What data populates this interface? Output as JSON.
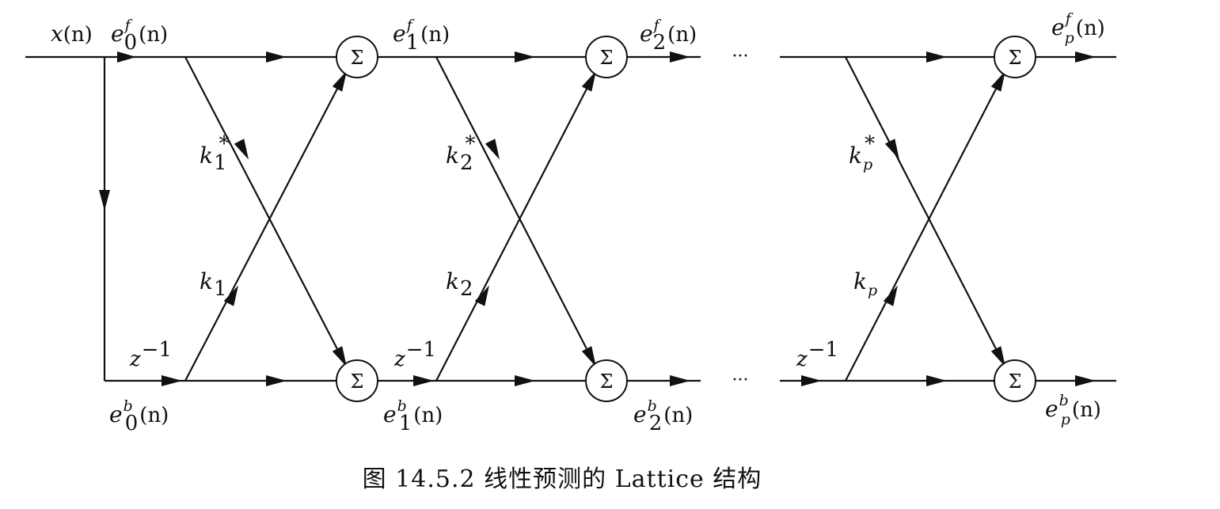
{
  "signals": {
    "input": {
      "base": "x",
      "arg": "(n)"
    },
    "forward": [
      {
        "base": "e",
        "sup": "f",
        "sub": "0",
        "arg": "(n)"
      },
      {
        "base": "e",
        "sup": "f",
        "sub": "1",
        "arg": "(n)"
      },
      {
        "base": "e",
        "sup": "f",
        "sub": "2",
        "arg": "(n)"
      },
      {
        "base": "e",
        "sup": "f",
        "sub": "p",
        "arg": "(n)"
      }
    ],
    "backward": [
      {
        "base": "e",
        "sup": "b",
        "sub": "0",
        "arg": "(n)"
      },
      {
        "base": "e",
        "sup": "b",
        "sub": "1",
        "arg": "(n)"
      },
      {
        "base": "e",
        "sup": "b",
        "sub": "2",
        "arg": "(n)"
      },
      {
        "base": "e",
        "sup": "b",
        "sub": "p",
        "arg": "(n)"
      }
    ]
  },
  "stages": [
    {
      "k_conj": {
        "base": "k",
        "sub": "1",
        "sup": "*"
      },
      "k": {
        "base": "k",
        "sub": "1"
      }
    },
    {
      "k_conj": {
        "base": "k",
        "sub": "2",
        "sup": "*"
      },
      "k": {
        "base": "k",
        "sub": "2"
      }
    },
    {
      "k_conj": {
        "base": "k",
        "sub": "p",
        "sup": "*"
      },
      "k": {
        "base": "k",
        "sub": "p"
      }
    }
  ],
  "delay": {
    "base": "z",
    "sup": "−1"
  },
  "sum_symbol": "Σ",
  "ellipsis": "···",
  "caption": "图 14.5.2   线性预测的 Lattice 结构"
}
